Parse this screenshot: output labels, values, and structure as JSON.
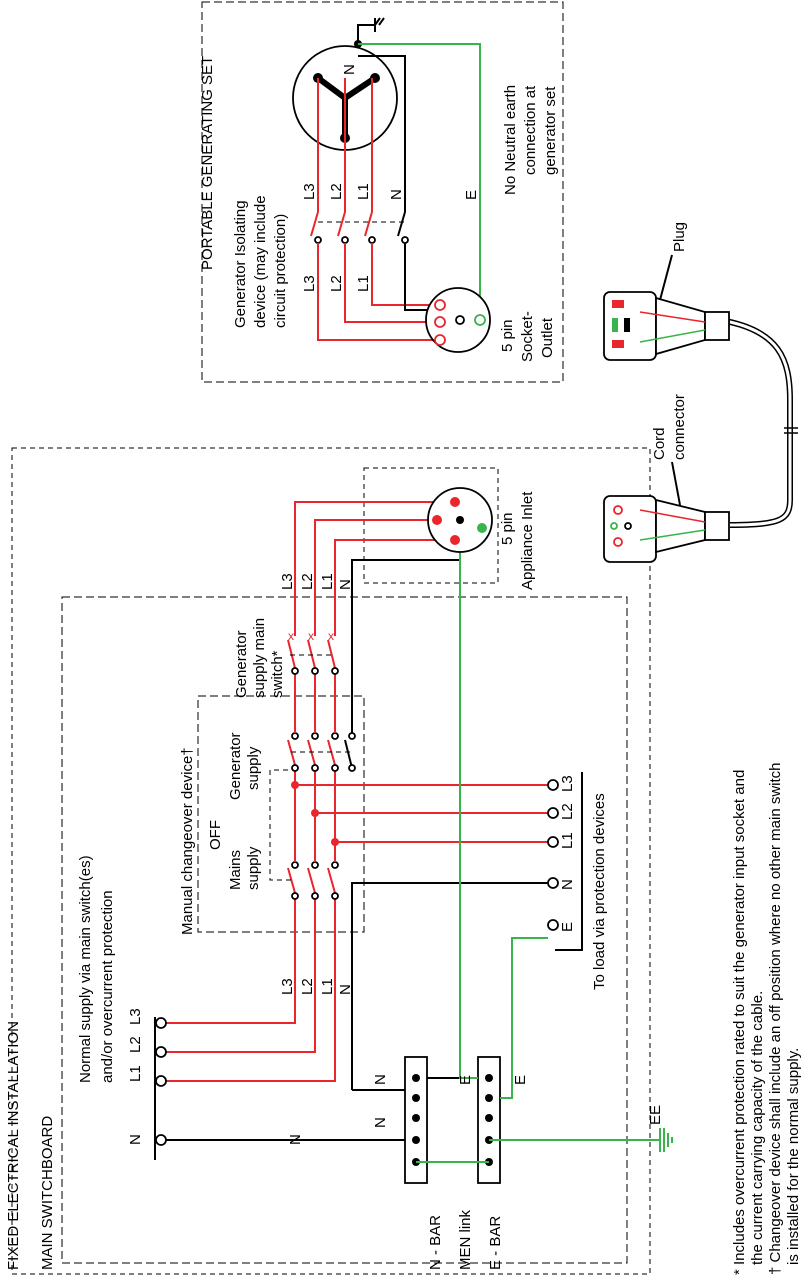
{
  "labels": {
    "fixed_installation": "FIXED ELECTRICAL INSTALLATION",
    "main_switchboard": "MAIN SWITCHBOARD",
    "normal_supply_1": "Normal supply via main switch(es)",
    "normal_supply_2": "and/or overcurrent protection",
    "portable_set": "PORTABLE GENERATING SET",
    "gen_isolating_1": "Generator Isolating",
    "gen_isolating_2": "device (may include",
    "gen_isolating_3": "circuit protection)",
    "no_neutral_1": "No Neutral earth",
    "no_neutral_2": "connection at",
    "no_neutral_3": "generator set",
    "socket_1": "5 pin",
    "socket_2": "Socket-",
    "socket_3": "Outlet",
    "inlet_1": "5 pin",
    "inlet_2": "Appliance Inlet",
    "gen_main_1": "Generator",
    "gen_main_2": "supply main",
    "gen_main_3": "switch*",
    "changeover": "Manual changeover device†",
    "off": "OFF",
    "mains_1": "Mains",
    "mains_2": "supply",
    "generator_1": "Generator",
    "generator_2": "supply",
    "to_load": "To load via protection devices",
    "n_bar": "N - BAR",
    "men_link": "MEN link",
    "e_bar": "E - BAR",
    "plug": "Plug",
    "cord_1": "Cord",
    "cord_2": "connector",
    "ee": "EE",
    "footnote_1": "* Includes overcurrent protection rated to suit the generator input socket and",
    "footnote_2": "the current carrying capacity of the cable.",
    "footnote_3": "† Changeover device shall include an off position where no other main switch",
    "footnote_4": "is installed for the normal supply."
  },
  "conductors": {
    "l1": "L1",
    "l2": "L2",
    "l3": "L3",
    "n": "N",
    "e": "E"
  },
  "colors": {
    "active": "#e8262b",
    "earth": "#38b54a",
    "neutral": "#000000"
  }
}
